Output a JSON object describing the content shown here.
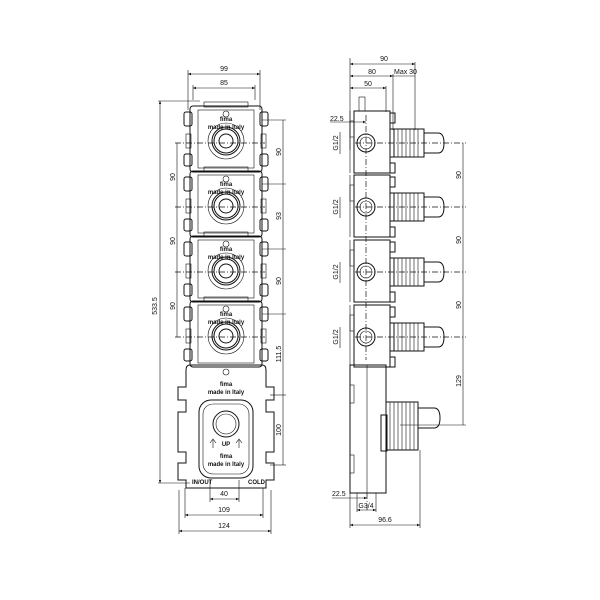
{
  "front_view": {
    "module_brand": "fima",
    "module_marking": "made in Italy",
    "arrow_label": "UP",
    "bottom_left_mark": "IN/OUT",
    "bottom_right_mark": "COLD",
    "dims": {
      "width_top_outer": "99",
      "width_top_inner": "85",
      "total_height": "533.5",
      "left_pitch_1": "90",
      "left_pitch_2": "90",
      "left_pitch_3": "90",
      "right_1": "90",
      "right_2": "93",
      "right_3": "90",
      "right_4": "111.5",
      "right_5": "100",
      "bottom_inner": "40",
      "bottom_mid": "109",
      "bottom_outer": "124"
    }
  },
  "side_view": {
    "dims": {
      "depth_total": "90",
      "depth_80": "80",
      "max_label": "Max 30",
      "depth_50": "50",
      "offset_top": "22.5",
      "thread_1": "G1/2",
      "thread_2": "G1/2",
      "thread_3": "G1/2",
      "thread_4": "G1/2",
      "right_1": "90",
      "right_2": "90",
      "right_3": "90",
      "right_4": "129",
      "offset_bottom": "22.5",
      "thread_bottom": "G3/4",
      "depth_bottom": "96.6"
    }
  }
}
